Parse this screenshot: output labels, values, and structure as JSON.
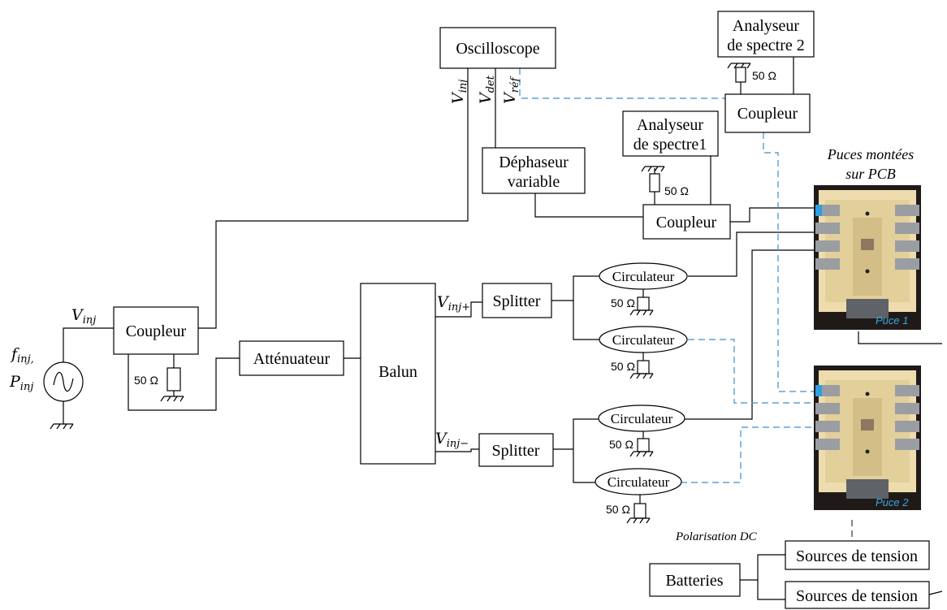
{
  "instruments": {
    "oscilloscope": "Oscilloscope",
    "analyzer2_line1": "Analyseur",
    "analyzer2_line2": "de spectre 2",
    "analyzer1_line1": "Analyseur",
    "analyzer1_line2": "de spectre1",
    "phase_shifter_line1": "Déphaseur",
    "phase_shifter_line2": "variable",
    "coupler": "Coupleur",
    "attenuator": "Atténuateur",
    "balun": "Balun",
    "splitter": "Splitter",
    "circulator": "Circulateur",
    "voltage_source": "Sources de tension",
    "batteries": "Batteries"
  },
  "labels": {
    "resistor": "50 Ω",
    "chips_line1": "Puces montées",
    "chips_line2": "sur PCB",
    "puce1": "Puce 1",
    "puce2": "Puce 2",
    "dc_bias": "Polarisation DC"
  },
  "signals": {
    "v": "V",
    "sub_inj": "inj",
    "sub_det": "det",
    "sub_ref": "réf",
    "sub_inj_plus": "inj+",
    "sub_inj_minus": "inj−",
    "f": "f",
    "p": "P",
    "sub_inj_comma": "inj,"
  },
  "colors": {
    "dashed_link": "#3a8fd0",
    "puce_label": "#3aa6e6",
    "pcb_background": "#1f1a18",
    "pcb_board": "#e2cf9a"
  }
}
